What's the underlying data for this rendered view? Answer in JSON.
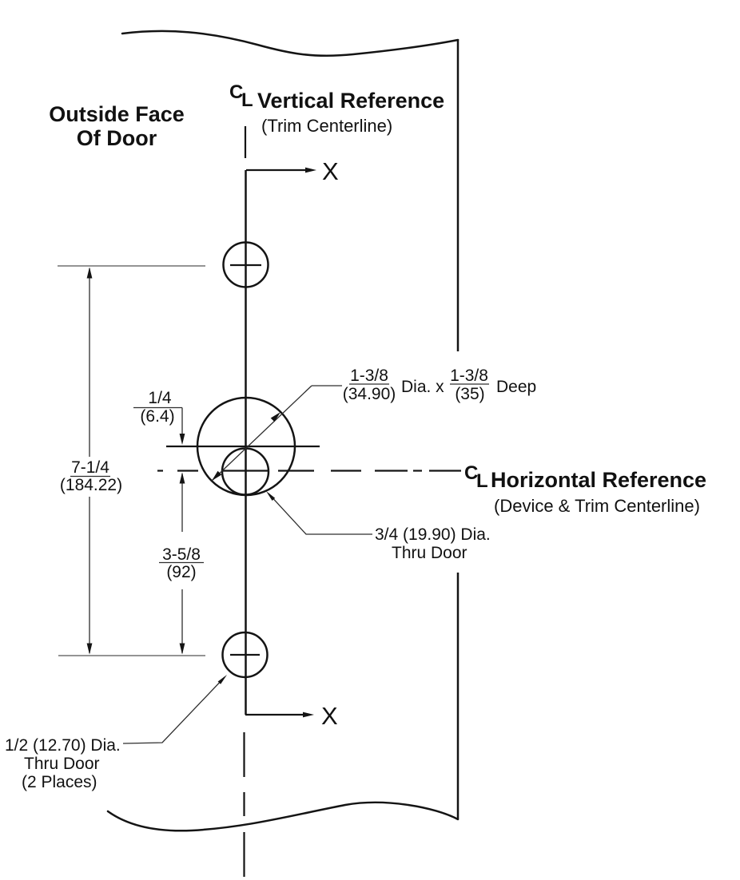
{
  "colors": {
    "line": "#141414",
    "thin_line": "#2e2e2e",
    "extension_line": "#555555",
    "cup_fill": "#ebebeb",
    "background": "#ffffff"
  },
  "door": {
    "outside_face_line1": "Outside Face",
    "outside_face_line2": "Of Door"
  },
  "references": {
    "vertical": {
      "cl_c": "C",
      "cl_l": "L",
      "title": "Vertical Reference",
      "subtitle": "(Trim Centerline)"
    },
    "horizontal": {
      "cl_c": "C",
      "cl_l": "L",
      "title": "Horizontal Reference",
      "subtitle": "(Device & Trim Centerline)"
    }
  },
  "axes": {
    "top_label": "X",
    "bottom_label": "X"
  },
  "dimensions": {
    "overall": {
      "fraction": "7-1/4",
      "metric": "(184.22)"
    },
    "cup_offset": {
      "fraction": "1/4",
      "metric": "(6.4)"
    },
    "lower": {
      "fraction": "3-5/8",
      "metric": "(92)"
    }
  },
  "callouts": {
    "cup": {
      "dia_fraction": "1-3/8",
      "dia_metric": "(34.90)",
      "joiner": "Dia. x",
      "depth_fraction": "1-3/8",
      "depth_metric": "(35)",
      "suffix": "Deep"
    },
    "thru": {
      "line1": "3/4 (19.90) Dia.",
      "line2": "Thru Door"
    },
    "mount": {
      "line1": "1/2 (12.70) Dia.",
      "line2": "Thru Door",
      "line3": "(2 Places)"
    }
  }
}
